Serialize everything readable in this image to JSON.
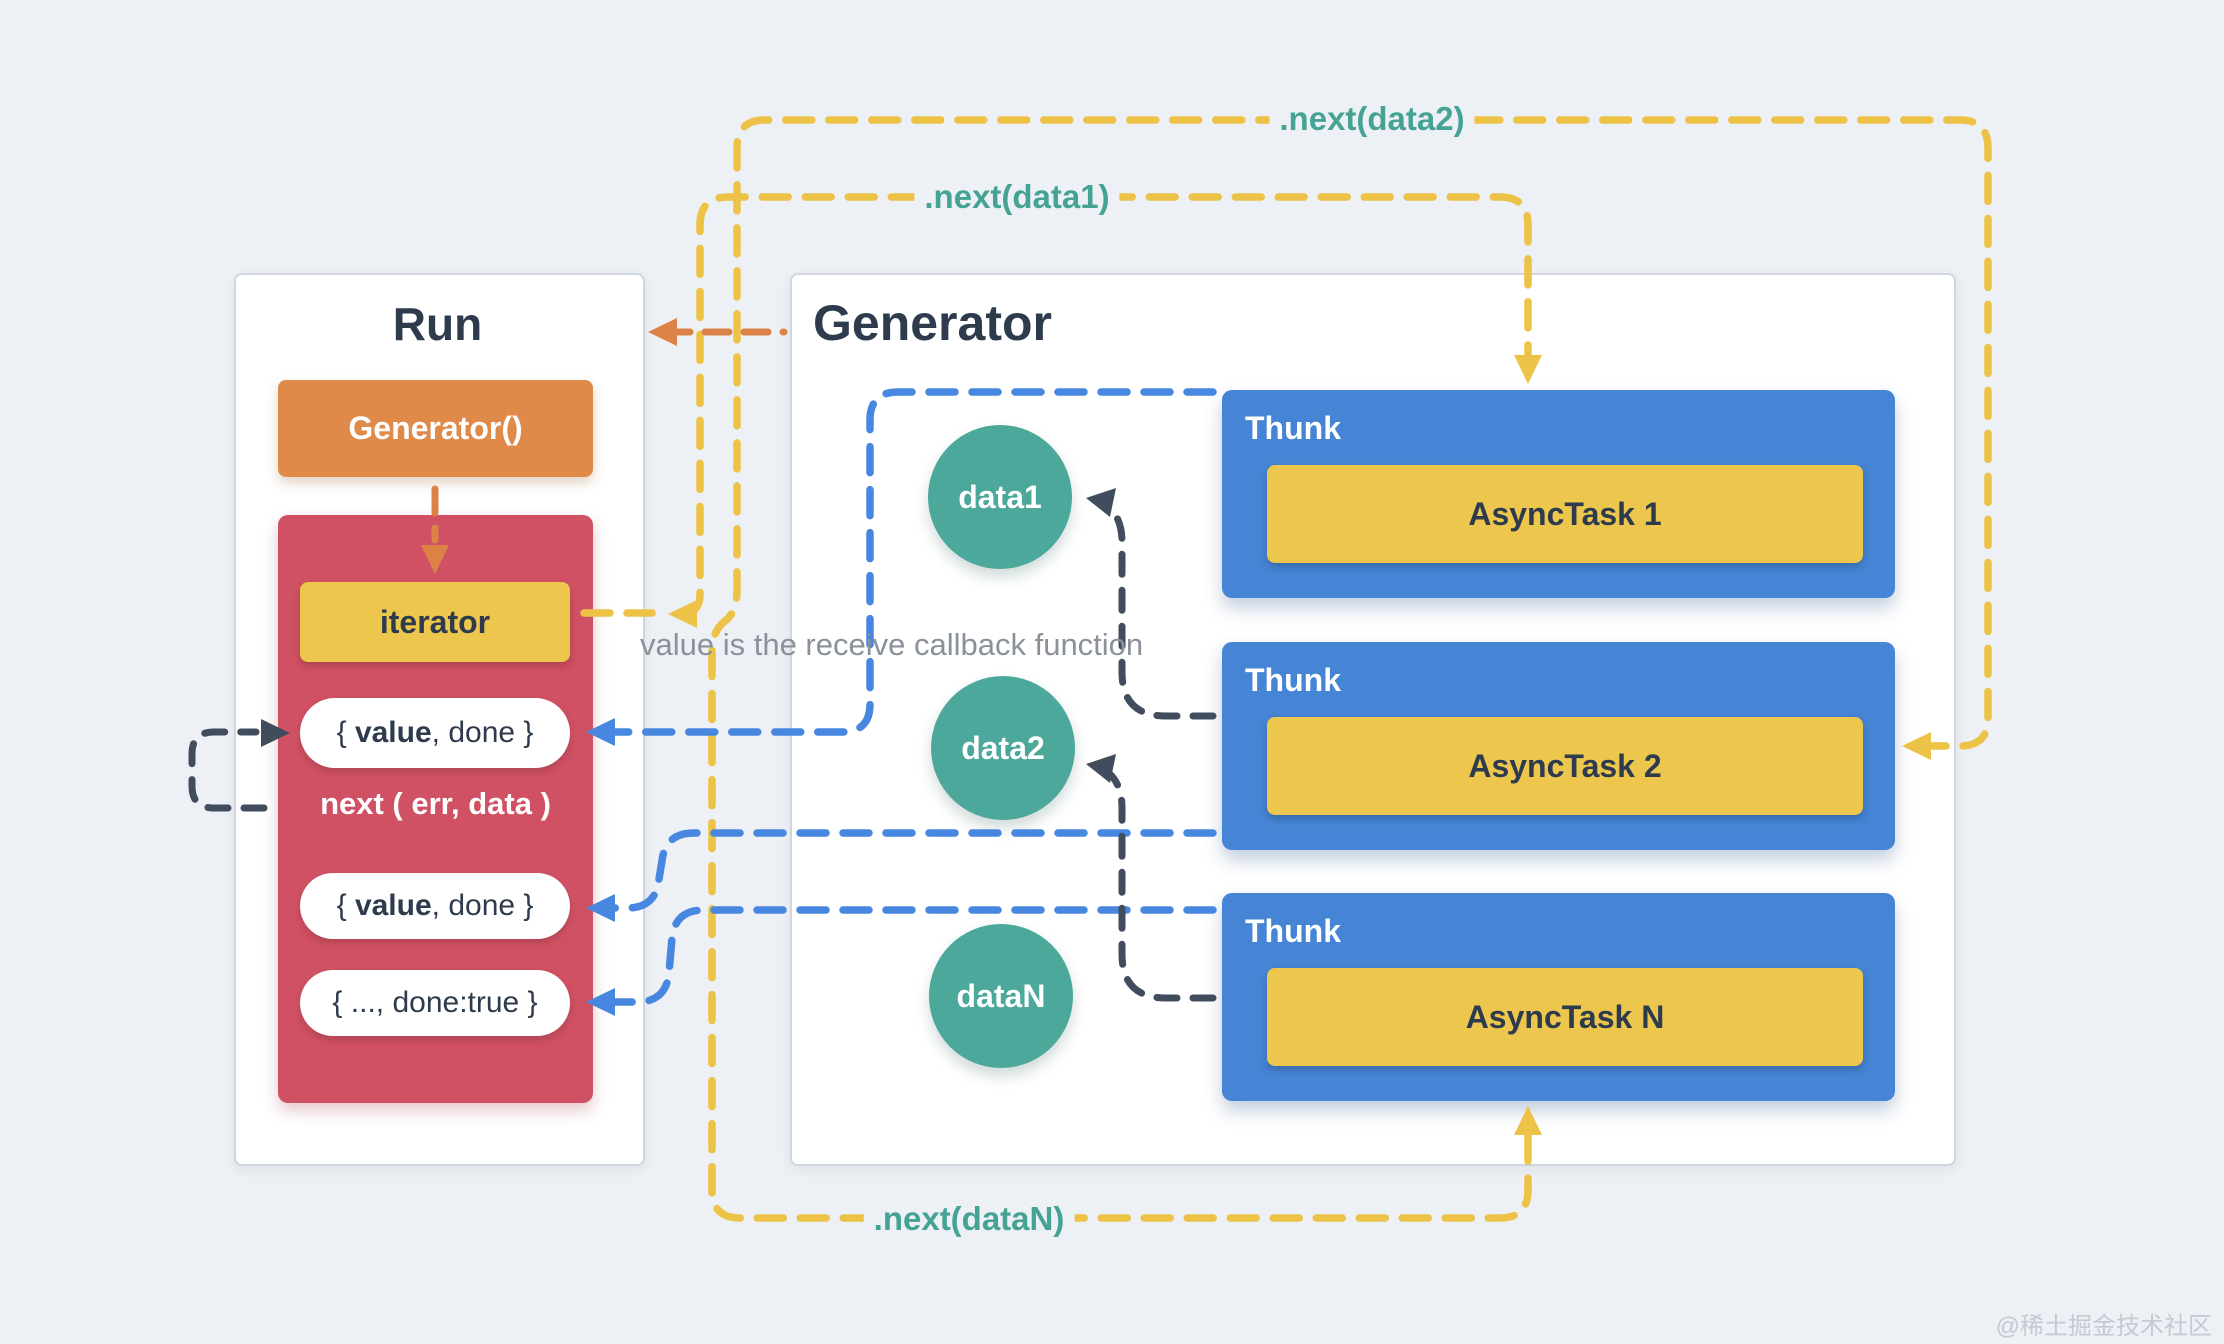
{
  "run": {
    "title": "Run",
    "generator_call": "Generator()",
    "iterator_label": "iterator",
    "yield_pill_1": {
      "pre": "{ ",
      "strong": "value",
      "post": ", done }"
    },
    "next_callback": "next ( err, data )",
    "yield_pill_2": {
      "pre": "{ ",
      "strong": "value",
      "post": ", done }"
    },
    "done_pill": "{ ..., done:true }"
  },
  "generator": {
    "title": "Generator",
    "note": "value is the receive callback function",
    "data_circles": [
      "data1",
      "data2",
      "dataN"
    ],
    "thunks": [
      {
        "label": "Thunk",
        "task": "AsyncTask 1"
      },
      {
        "label": "Thunk",
        "task": "AsyncTask 2"
      },
      {
        "label": "Thunk",
        "task": "AsyncTask N"
      }
    ]
  },
  "flow_labels": {
    "next_data1": ".next(data1)",
    "next_data2": ".next(data2)",
    "next_dataN": ".next(dataN)"
  },
  "watermark": "@稀土掘金技术社区",
  "colors": {
    "background": "#edf0f4",
    "panel_border": "#d0d6de",
    "orange_box": "#e08a49",
    "orange_line": "#dd8247",
    "red_box": "#d05163",
    "yellow_box": "#ecc64d",
    "yellow_line": "#ecc247",
    "blue_box": "#4684d5",
    "blue_line": "#4787e0",
    "teal_circle": "#4ba89a",
    "teal_text": "#44a394",
    "slate_line": "#414c5c",
    "dark_text": "#2e3b4d",
    "note_gray": "#8a919b"
  }
}
